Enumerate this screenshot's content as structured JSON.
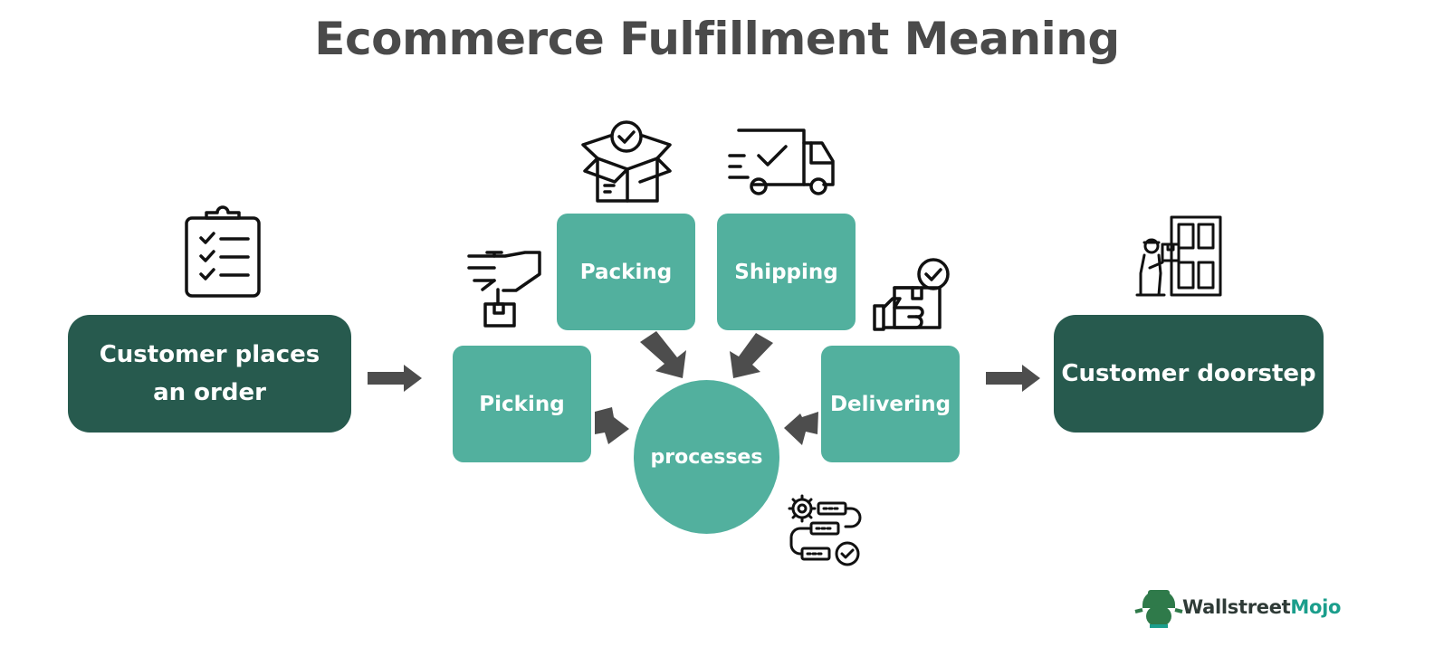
{
  "title": "Ecommerce Fulfillment Meaning",
  "start_box": {
    "label": "Customer places an order",
    "icon": "clipboard-checklist-icon"
  },
  "end_box": {
    "label": "Customer doorstep",
    "icon": "delivery-person-door-icon"
  },
  "center": {
    "label": "processes",
    "icon": "workflow-gear-icon"
  },
  "steps": [
    {
      "label": "Picking",
      "icon": "hand-picking-box-icon"
    },
    {
      "label": "Packing",
      "icon": "open-box-check-icon"
    },
    {
      "label": "Shipping",
      "icon": "truck-check-icon"
    },
    {
      "label": "Delivering",
      "icon": "hand-box-check-icon"
    }
  ],
  "brand": {
    "part1": "Wallstreet",
    "part2": "Mojo"
  },
  "colors": {
    "dark": "#275a4e",
    "light": "#52b09e",
    "arrow": "#4d4d4d",
    "title": "#4a4a4a",
    "brand": "#1b9e8c"
  }
}
